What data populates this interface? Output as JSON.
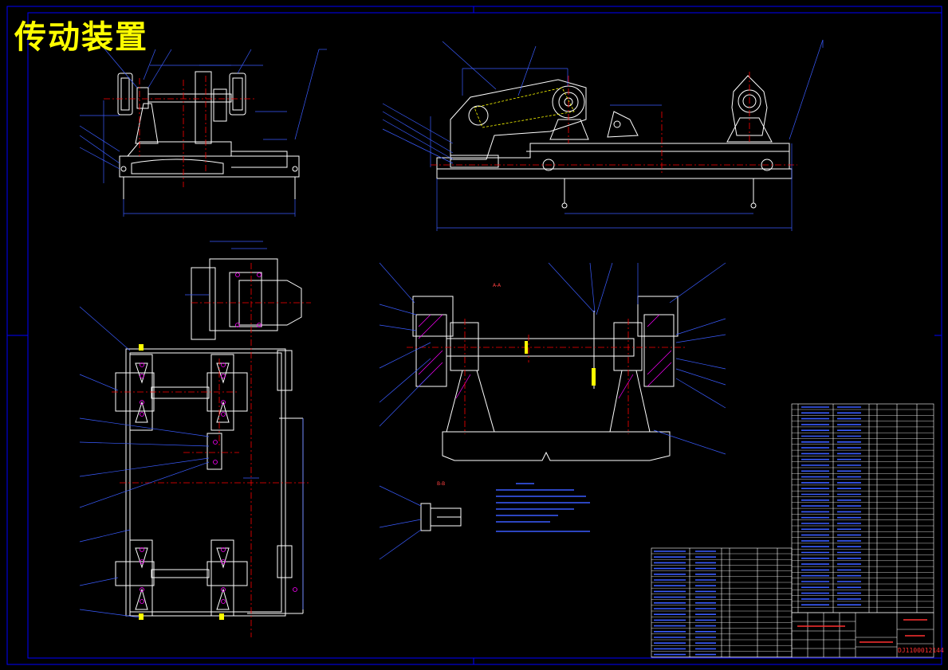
{
  "title": "传动装置",
  "drawing_number": "DJ1100012144",
  "section_labels": {
    "a_a": "A-A",
    "b_b": "B-B"
  },
  "colors": {
    "background": "#000000",
    "frame": "#0000ff",
    "outline": "#ffffff",
    "centerline": "#ff0000",
    "dimension": "#3a5cff",
    "leader": "#2a3cff",
    "accent_yellow": "#ffff00",
    "accent_magenta": "#ff00ff"
  }
}
